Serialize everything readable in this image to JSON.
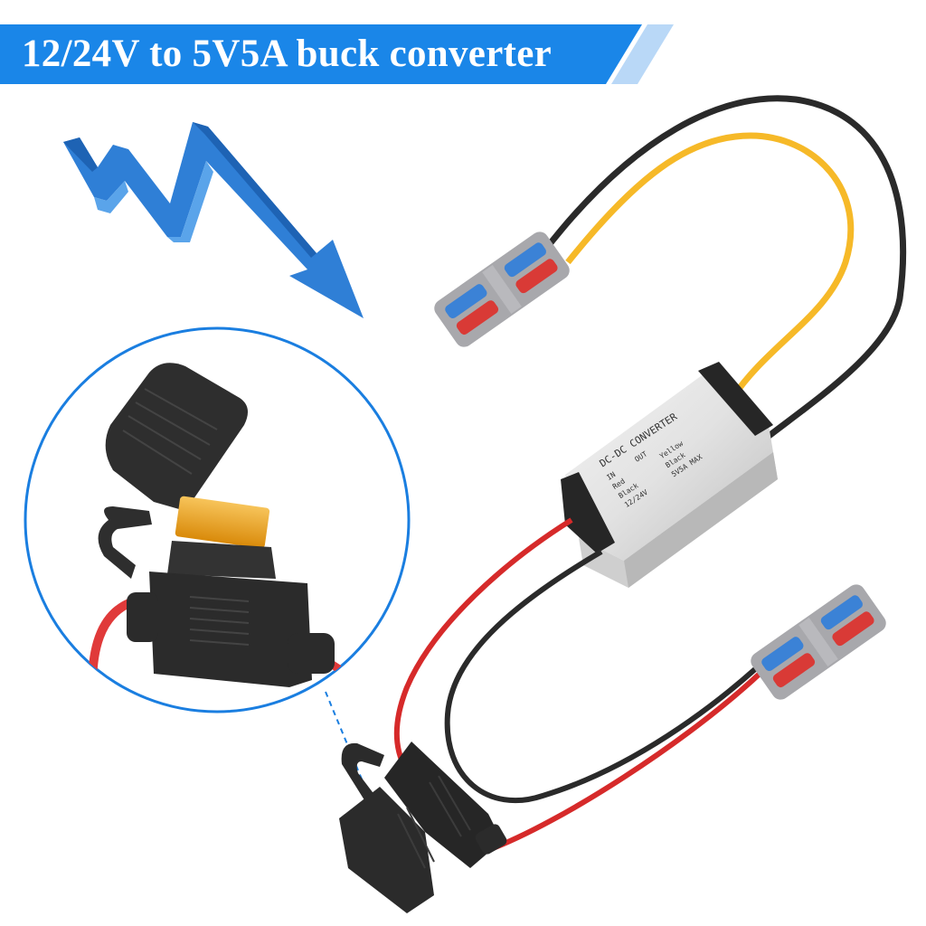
{
  "banner": {
    "title": "12/24V to 5V5A buck converter",
    "color": "#1a86e8",
    "accent_stripe_color": "#b9d8f7"
  },
  "product": {
    "name": "DC-DC converter with inline fuse holder and lever wire connectors",
    "converter_label": {
      "heading": "DC-DC CONVERTER",
      "input": {
        "title": "IN",
        "positive": "Red",
        "negative": "Black",
        "voltage": "12/24V"
      },
      "output": {
        "title": "OUT",
        "positive": "Yellow",
        "negative": "Black",
        "rating": "5V5A MAX"
      }
    },
    "wire_colors": {
      "input_positive": "#d62a2a",
      "input_negative": "#2a2a2a",
      "output_positive": "#f6b928",
      "output_negative": "#2a2a2a"
    }
  },
  "callout": {
    "subject": "inline fuse holder (close-up)",
    "circle_color": "#1a7ee0"
  },
  "decor": {
    "arrow": "downward-trend-arrow",
    "arrow_color": "#2f7fd6"
  }
}
